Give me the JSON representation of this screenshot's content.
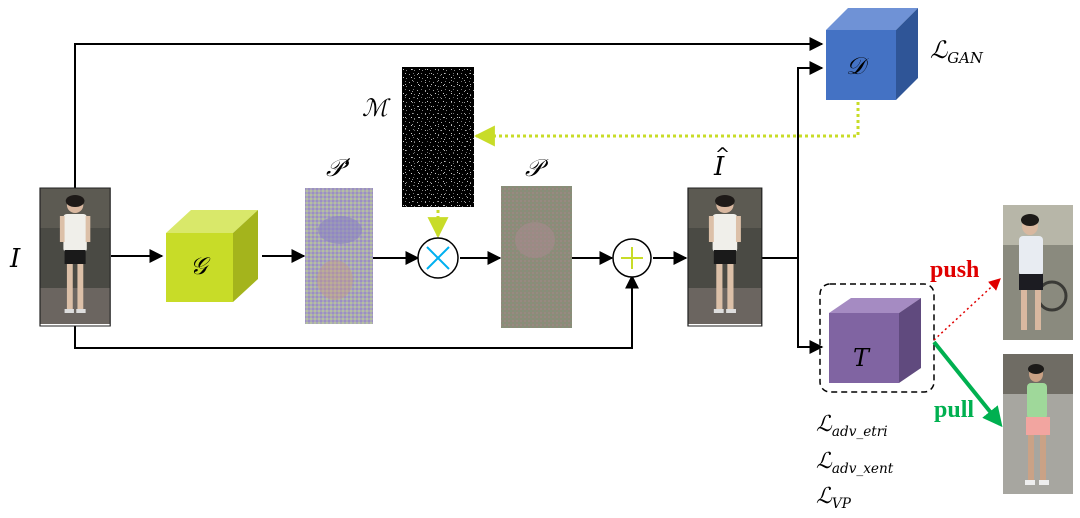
{
  "labels": {
    "input": "I",
    "generator": "𝒢",
    "pattern_prime": "𝒫‘",
    "mask": "ℳ",
    "pattern": "𝒫",
    "output_hat": "I",
    "discriminator": "𝒟",
    "target": "T",
    "loss_gan": {
      "main": "ℒ",
      "sub": "GAN"
    },
    "loss_adv_etri": {
      "main": "ℒ",
      "sub": "adv_etri"
    },
    "loss_adv_xent": {
      "main": "ℒ",
      "sub": "adv_xent"
    },
    "loss_vp": {
      "main": "ℒ",
      "sub": "VP"
    },
    "push": "push",
    "pull": "pull"
  },
  "colors": {
    "generator_front": "#c8dc28",
    "generator_top": "#d9e86a",
    "generator_side": "#a4b41c",
    "discriminator_front": "#4472c4",
    "discriminator_top": "#6f92d6",
    "discriminator_side": "#2f5597",
    "target_front": "#8064a2",
    "target_top": "#a58bc2",
    "target_side": "#604a7e",
    "multiply_symbol": "#00b0f0",
    "add_symbol": "#c8dc28",
    "mask_feedback_arrow": "#c8dc28",
    "push": "#e00000",
    "pull": "#00b050"
  },
  "icons": {
    "multiply": "multiply-circle-icon",
    "add": "add-circle-icon"
  }
}
